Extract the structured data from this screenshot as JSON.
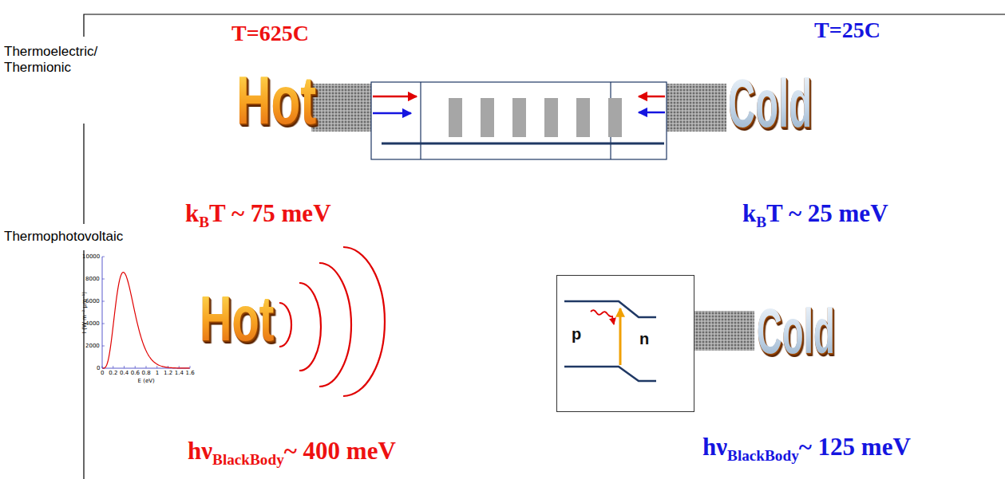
{
  "diagram": {
    "nodes": [
      {
        "text": [
          "p",
          "n"
        ]
      }
    ],
    "labels": [
      "Thermoelectric/ Thermionic",
      "T=625C",
      "T=25C",
      "Hot",
      "Cold",
      "kBT ~ 75 meV",
      "kBT ~ 25 meV",
      "Thermophotovoltaic",
      "I (W m⁻² µm⁻¹)",
      "0",
      "2000",
      "4000",
      "6000",
      "8000",
      "10000",
      "0",
      "0.2",
      "0.4",
      "0.6",
      "0.8",
      "1",
      "1.2",
      "1.4",
      "1.6",
      "E (eV)",
      "Hot",
      "Cold",
      "hνBlackBody~ 400 meV",
      "hνBlackBody~ 125 meV"
    ]
  }
}
